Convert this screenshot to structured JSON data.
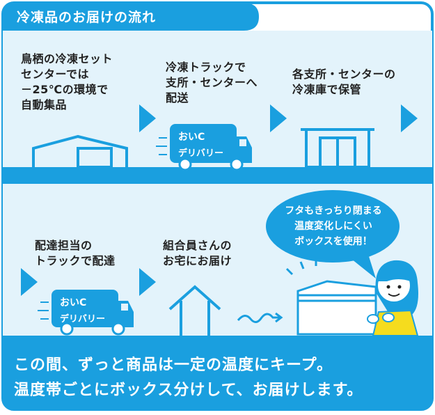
{
  "title": "冷凍品のお届けの流れ",
  "colors": {
    "primary": "#1a9fdf",
    "light": "#e3f3fb",
    "yellow": "#f5dc1e"
  },
  "steps_top": [
    {
      "text": "鳥栖の冷凍セット\nセンターでは\n－25℃の環境で\n自動集品",
      "icon": "warehouse-icon"
    },
    {
      "text": "冷凍トラックで\n支所・センターへ\n配送",
      "icon": "delivery-truck-icon"
    },
    {
      "text": "各支所・センターの\n冷凍庫で保管",
      "icon": "freezer-building-icon"
    }
  ],
  "steps_bottom": [
    {
      "text": "配達担当の\nトラックで配達",
      "icon": "delivery-truck-icon"
    },
    {
      "text": "組合員さんの\nお宅にお届け",
      "icon": "house-icon"
    }
  ],
  "truck_logo": {
    "line1": "おいC",
    "line2": "デリバリー"
  },
  "bubble": "フタもきっちり閉まる\n温度変化しにくい\nボックスを使用！",
  "footer": {
    "line1": "この間、ずっと商品は一定の温度にキープ。",
    "line2": "温度帯ごとにボックス分けして、お届けします。"
  }
}
